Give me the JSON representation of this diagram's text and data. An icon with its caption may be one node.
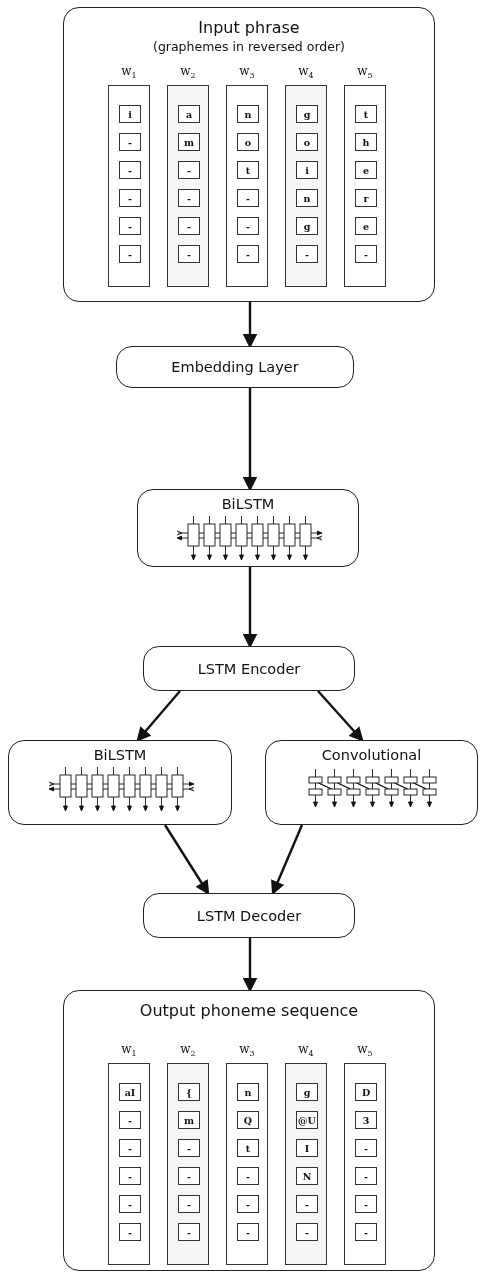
{
  "diagram": {
    "nodes": [
      {
        "text": [
          "Input phrase",
          "(graphemes in reversed order)"
        ]
      },
      {
        "text": [
          "w$_{1}$"
        ],
        "in": 0
      },
      {
        "text": [
          "i"
        ],
        "in": 1
      },
      {
        "text": [
          "-"
        ],
        "in": 1
      },
      {
        "text": [
          "-"
        ],
        "in": 1
      },
      {
        "text": [
          "-"
        ],
        "in": 1
      },
      {
        "text": [
          "-"
        ],
        "in": 1
      },
      {
        "text": [
          "-"
        ],
        "in": 1
      },
      {
        "text": [
          "w$_{2}$"
        ],
        "in": 0
      },
      {
        "text": [
          "a"
        ],
        "in": 8
      },
      {
        "text": [
          "m"
        ],
        "in": 8
      },
      {
        "text": [
          "-"
        ],
        "in": 8
      },
      {
        "text": [
          "-"
        ],
        "in": 8
      },
      {
        "text": [
          "-"
        ],
        "in": 8
      },
      {
        "text": [
          "-"
        ],
        "in": 8
      },
      {
        "text": [
          "w$_{3}$"
        ],
        "in": 0
      },
      {
        "text": [
          "n"
        ],
        "in": 15
      },
      {
        "text": [
          "o"
        ],
        "in": 15
      },
      {
        "text": [
          "t"
        ],
        "in": 15
      },
      {
        "text": [
          "-"
        ],
        "in": 15
      },
      {
        "text": [
          "-"
        ],
        "in": 15
      },
      {
        "text": [
          "-"
        ],
        "in": 15
      },
      {
        "text": [
          "w$_{4}$"
        ],
        "in": 0
      },
      {
        "text": [
          "g"
        ],
        "in": 22
      },
      {
        "text": [
          "o"
        ],
        "in": 22
      },
      {
        "text": [
          "i"
        ],
        "in": 22
      },
      {
        "text": [
          "n"
        ],
        "in": 22
      },
      {
        "text": [
          "g"
        ],
        "in": 22
      },
      {
        "text": [
          "-"
        ],
        "in": 22
      },
      {
        "text": [
          "w$_{5}$"
        ],
        "in": 0
      },
      {
        "text": [
          "t"
        ],
        "in": 29
      },
      {
        "text": [
          "h"
        ],
        "in": 29
      },
      {
        "text": [
          "e"
        ],
        "in": 29
      },
      {
        "text": [
          "r"
        ],
        "in": 29
      },
      {
        "text": [
          "e"
        ],
        "in": 29
      },
      {
        "text": [
          "-"
        ],
        "in": 29
      },
      {
        "text": [
          "Embedding Layer"
        ]
      },
      {
        "text": [
          "BiLSTM"
        ]
      },
      {
        "text": [
          "LSTM Encoder"
        ]
      },
      {
        "text": [
          "BiLSTM"
        ]
      },
      {
        "text": [
          "Convolutional"
        ]
      },
      {
        "text": [
          "LSTM Decoder"
        ]
      },
      {
        "text": [
          "Output phoneme sequence"
        ]
      },
      {
        "text": [
          "w$_{1}$"
        ],
        "in": 42
      },
      {
        "text": [
          "aI"
        ],
        "in": 43
      },
      {
        "text": [
          "-"
        ],
        "in": 43
      },
      {
        "text": [
          "-"
        ],
        "in": 43
      },
      {
        "text": [
          "-"
        ],
        "in": 43
      },
      {
        "text": [
          "-"
        ],
        "in": 43
      },
      {
        "text": [
          "-"
        ],
        "in": 43
      },
      {
        "text": [
          "w$_{2}$"
        ],
        "in": 42
      },
      {
        "text": [
          "{"
        ],
        "in": 50
      },
      {
        "text": [
          "m"
        ],
        "in": 50
      },
      {
        "text": [
          "-"
        ],
        "in": 50
      },
      {
        "text": [
          "-"
        ],
        "in": 50
      },
      {
        "text": [
          "-"
        ],
        "in": 50
      },
      {
        "text": [
          "-"
        ],
        "in": 50
      },
      {
        "text": [
          "w$_{3}$"
        ],
        "in": 42
      },
      {
        "text": [
          "n"
        ],
        "in": 57
      },
      {
        "text": [
          "Q"
        ],
        "in": 57
      },
      {
        "text": [
          "t"
        ],
        "in": 57
      },
      {
        "text": [
          "-"
        ],
        "in": 57
      },
      {
        "text": [
          "-"
        ],
        "in": 57
      },
      {
        "text": [
          "-"
        ],
        "in": 57
      },
      {
        "text": [
          "w$_{4}$"
        ],
        "in": 42
      },
      {
        "text": [
          "g"
        ],
        "in": 64
      },
      {
        "text": [
          "@U"
        ],
        "in": 64
      },
      {
        "text": [
          "I"
        ],
        "in": 64
      },
      {
        "text": [
          "N"
        ],
        "in": 64
      },
      {
        "text": [
          "-"
        ],
        "in": 64
      },
      {
        "text": [
          "-"
        ],
        "in": 64
      },
      {
        "text": [
          "w$_{5}$"
        ],
        "in": 42
      },
      {
        "text": [
          "D"
        ],
        "in": 71
      },
      {
        "text": [
          "3"
        ],
        "in": 71
      },
      {
        "text": [
          "-"
        ],
        "in": 71
      },
      {
        "text": [
          "-"
        ],
        "in": 71
      },
      {
        "text": [
          "-"
        ],
        "in": 71
      },
      {
        "text": [
          "-"
        ],
        "in": 71
      }
    ],
    "edges": [
      {
        "from": 0,
        "to": 36,
        "arrow": "to"
      },
      {
        "from": 36,
        "to": 37,
        "arrow": "to"
      },
      {
        "from": 37,
        "to": 38,
        "arrow": "to"
      },
      {
        "from": 38,
        "to": 39,
        "arrow": "to"
      },
      {
        "from": 38,
        "to": 40,
        "arrow": "to"
      },
      {
        "from": 39,
        "to": 41,
        "arrow": "to"
      },
      {
        "from": 40,
        "to": 41,
        "arrow": "to"
      },
      {
        "from": 41,
        "to": 42,
        "arrow": "to"
      }
    ]
  }
}
